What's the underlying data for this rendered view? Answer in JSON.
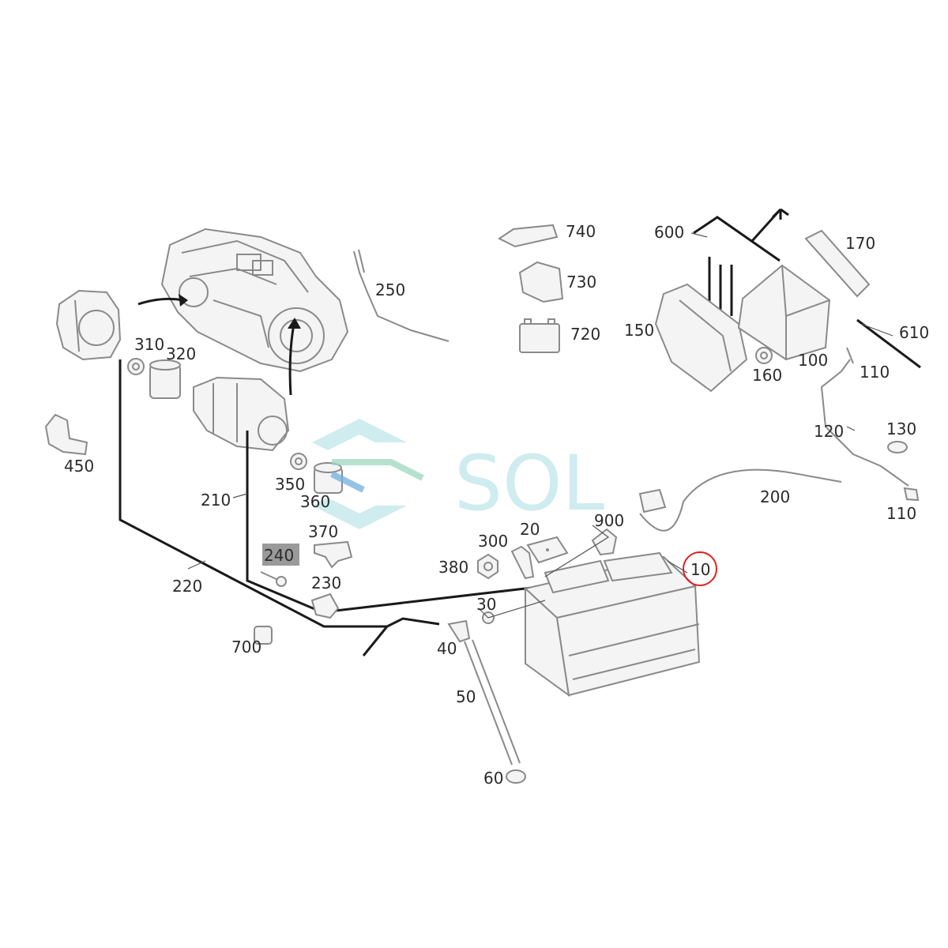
{
  "labels": {
    "p10": "10",
    "p20": "20",
    "p30": "30",
    "p40": "40",
    "p50": "50",
    "p60": "60",
    "p100": "100",
    "p110a": "110",
    "p110b": "110",
    "p120": "120",
    "p130": "130",
    "p150": "150",
    "p160": "160",
    "p170": "170",
    "p200": "200",
    "p210": "210",
    "p220": "220",
    "p230": "230",
    "p240": "240",
    "p250": "250",
    "p300": "300",
    "p310": "310",
    "p320": "320",
    "p350": "350",
    "p360": "360",
    "p370": "370",
    "p380": "380",
    "p450": "450",
    "p600": "600",
    "p610": "610",
    "p700": "700",
    "p720": "720",
    "p730": "730",
    "p740": "740",
    "p900": "900"
  },
  "highlight": {
    "circled_part": "10",
    "circle_color": "#e02020",
    "box_part": "240",
    "box_color": "#9a9a9a"
  },
  "watermark": {
    "text": "SOL",
    "color": "#bfe6ea"
  }
}
